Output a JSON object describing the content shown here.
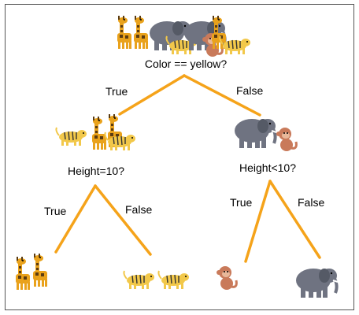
{
  "root": {
    "question": "Color == yellow?",
    "true_label": "True",
    "false_label": "False",
    "group_icons": [
      "giraffe-icon",
      "giraffe-icon",
      "elephant-icon",
      "tiger-icon",
      "elephant-icon",
      "monkey-icon",
      "giraffe-icon",
      "tiger-icon"
    ]
  },
  "left_node": {
    "question": "Height=10?",
    "true_label": "True",
    "false_label": "False",
    "group_icons": [
      "tiger-icon",
      "giraffe-icon",
      "giraffe-icon",
      "tiger-icon"
    ]
  },
  "right_node": {
    "question": "Height<10?",
    "true_label": "True",
    "false_label": "False",
    "group_icons": [
      "elephant-icon",
      "monkey-icon"
    ]
  },
  "leaves": [
    {
      "icons": [
        "giraffe-icon",
        "giraffe-icon"
      ]
    },
    {
      "icons": [
        "tiger-icon",
        "tiger-icon"
      ]
    },
    {
      "icons": [
        "monkey-icon"
      ]
    },
    {
      "icons": [
        "elephant-icon"
      ]
    }
  ],
  "colors": {
    "branch": "#F5A31A",
    "giraffe": "#E9A21C",
    "elephant": "#6F7381",
    "tiger": "#F2C84A",
    "monkey": "#C97A5A"
  }
}
